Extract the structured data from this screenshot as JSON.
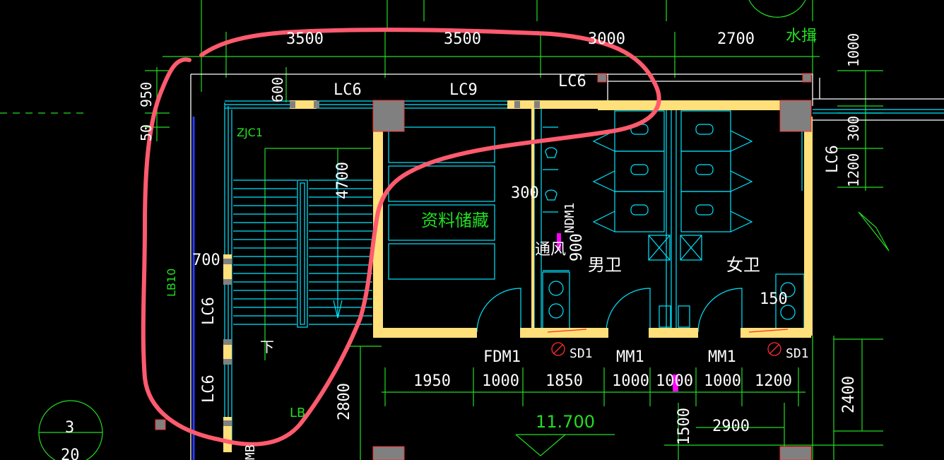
{
  "colors": {
    "background": "#000000",
    "wall": "#ffe07a",
    "dimension": "#22dd22",
    "fixture": "#00e5ff",
    "column": "#808080",
    "annotation": "#ff5a6e",
    "marker": "#ff2b2b",
    "highlight": "#ff00ff",
    "text": "#ffffff"
  },
  "dims_top": [
    "3500",
    "3500",
    "3000",
    "2700"
  ],
  "dims_right": [
    "1000",
    "300",
    "1200"
  ],
  "dims_left": [
    "950",
    "50",
    "600"
  ],
  "dims_bottom": [
    "1950",
    "1000",
    "1850",
    "1000",
    "1000",
    "1000",
    "1200"
  ],
  "dims_misc": {
    "d4700": "4700",
    "d300a": "300",
    "d900": "900",
    "d150": "150",
    "d700": "700",
    "d2800": "2800",
    "d2400": "2400",
    "d1500": "1500",
    "d2900": "2900"
  },
  "elevation": "11.700",
  "windows": {
    "lc6_top_left": "LC6",
    "lc9_top": "LC9",
    "lc6_top_right": "LC6",
    "lc6_right": "LC6",
    "lc6_left_a": "LC6",
    "lc6_left_b": "LC6",
    "lb_left": "LB10",
    "zjc": "ZJC1",
    "ndm": "NDM1"
  },
  "doors": {
    "fdm": "FDM1",
    "mm_a": "MM1",
    "mm_b": "MM1",
    "sd_a": "SD1",
    "sd_b": "SD1"
  },
  "rooms": {
    "storage": "资料储藏",
    "mens": "男卫",
    "womens": "女卫",
    "vent": "通风",
    "water": "水揖"
  },
  "stair_down": "下",
  "axis_bubble": {
    "top": "3",
    "bottom": "20"
  },
  "fragments": {
    "lb_bottom": "LB",
    "mb_bottom": "MB"
  }
}
